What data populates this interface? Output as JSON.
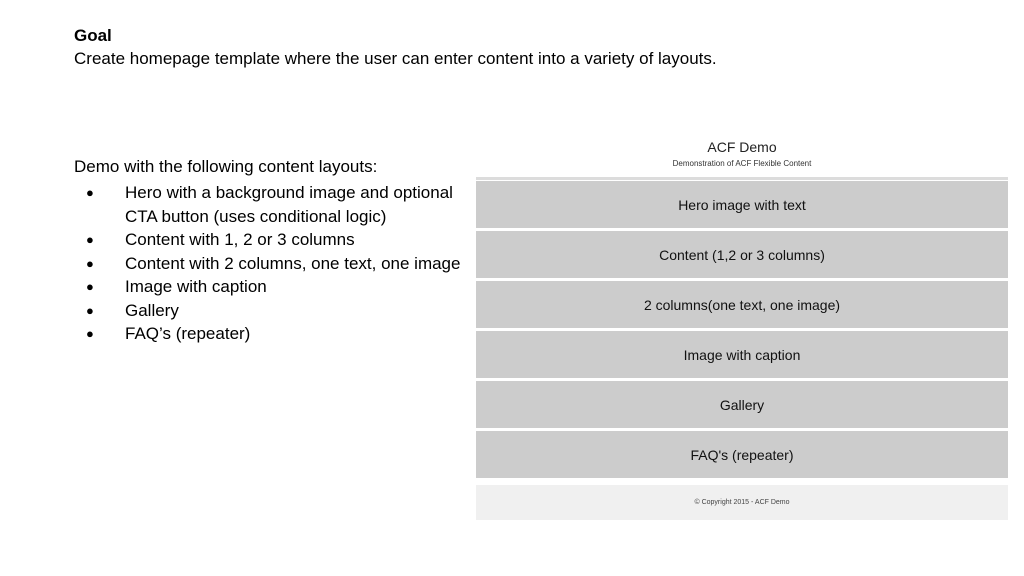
{
  "goal": {
    "title": "Goal",
    "text": "Create homepage template where the user can enter content into a variety of layouts."
  },
  "demo": {
    "intro": "Demo with the following content layouts:",
    "bullet_glyph": "●",
    "items": [
      "Hero with a background image and optional CTA button (uses conditional logic)",
      "Content with 1, 2 or 3 columns",
      "Content with 2 columns, one text, one image",
      "Image with caption",
      "Gallery",
      "FAQ’s (repeater)"
    ]
  },
  "mockup": {
    "title": "ACF Demo",
    "subtitle": "Demonstration of ACF Flexible Content",
    "rows": [
      "Hero image with text",
      "Content (1,2 or 3 columns)",
      "2 columns(one text, one image)",
      "Image with caption",
      "Gallery",
      "FAQ's (repeater)"
    ],
    "footer": "© Copyright 2015 - ACF Demo"
  }
}
